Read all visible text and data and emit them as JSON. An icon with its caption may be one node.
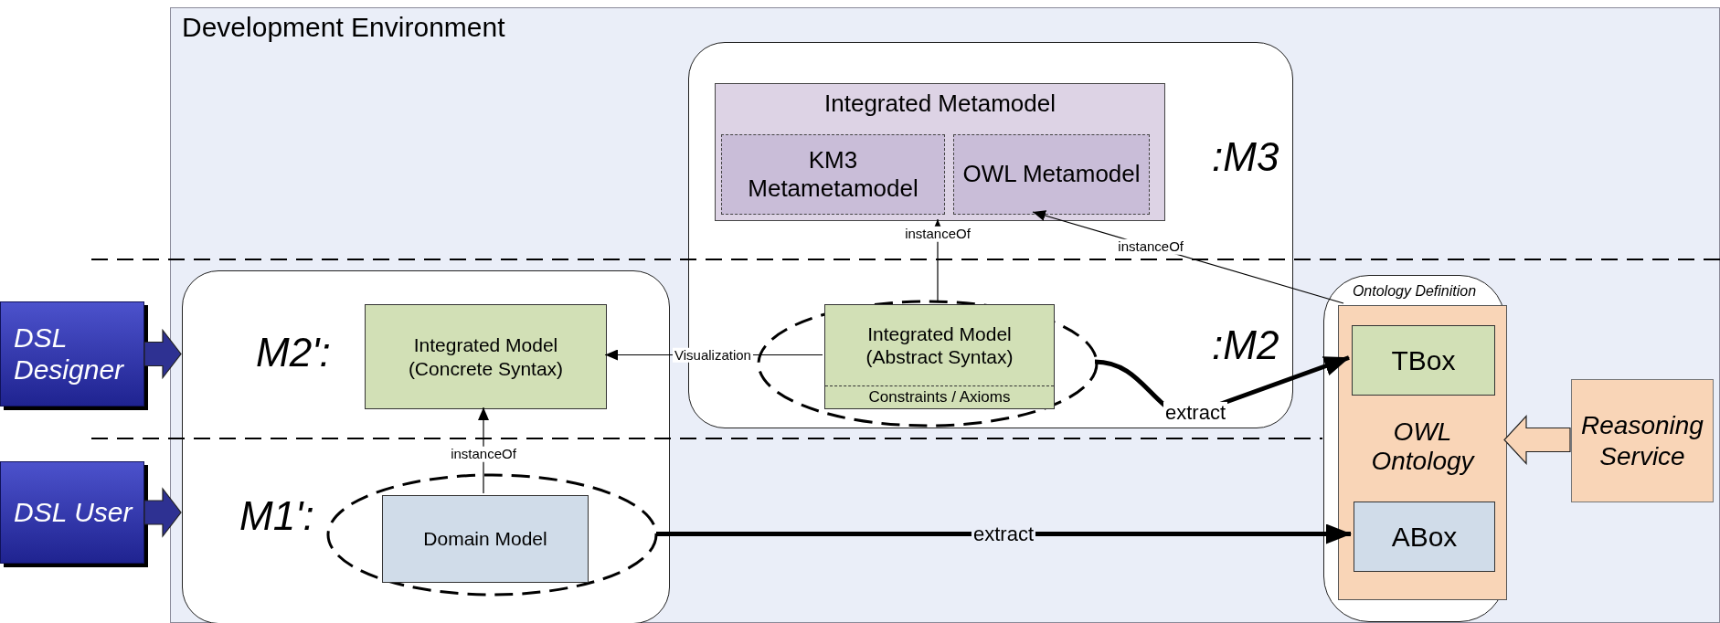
{
  "diagram": {
    "nodes": [
      {
        "text": [
          "Development Environment"
        ]
      },
      {
        "text": [
          ":M3",
          ":M2"
        ],
        "in": 0
      },
      {
        "text": [
          "Integrated Metamodel"
        ],
        "in": 1
      },
      {
        "text": [
          "KM3 Metametamodel"
        ],
        "in": 2
      },
      {
        "text": [
          "OWL Metamodel"
        ],
        "in": 2
      },
      {
        "text": [],
        "shape": "ellipse",
        "in": 1
      },
      {
        "text": [
          "Integrated Model (Abstract Syntax)",
          "Constraints / Axioms"
        ],
        "in": 5
      },
      {
        "text": [
          "M2':",
          "M1':"
        ],
        "in": 0
      },
      {
        "text": [
          "Integrated Model (Concrete Syntax)"
        ],
        "in": 7
      },
      {
        "text": [],
        "shape": "ellipse",
        "in": 7
      },
      {
        "text": [
          "Domain Model"
        ],
        "in": 9
      },
      {
        "text": [
          "Ontology Definition"
        ],
        "in": 0
      },
      {
        "text": [
          "OWL Ontology"
        ],
        "in": 11
      },
      {
        "text": [
          "TBox"
        ],
        "in": 12
      },
      {
        "text": [
          "ABox"
        ],
        "in": 12
      },
      {
        "text": [
          "Reasoning Service"
        ],
        "in": 0
      },
      {
        "text": [
          "DSL Designer"
        ]
      },
      {
        "text": [
          "DSL User"
        ]
      }
    ],
    "edges": [
      {
        "from": 10,
        "to": 8,
        "arrow": "to",
        "label": "instanceOf"
      },
      {
        "from": 6,
        "to": 8,
        "arrow": "to",
        "label": "Visualization"
      },
      {
        "from": 6,
        "to": 2,
        "arrow": "to",
        "label": "instanceOf"
      },
      {
        "from": 12,
        "to": 4,
        "arrow": "to",
        "label": "instanceOf"
      },
      {
        "from": 5,
        "to": 13,
        "arrow": "to",
        "label": "extract",
        "style": "thick"
      },
      {
        "from": 9,
        "to": 14,
        "arrow": "to",
        "label": "extract",
        "style": "thick"
      },
      {
        "from": 16,
        "to": 7,
        "arrow": "to",
        "style": "thick",
        "color": "#2e3192"
      },
      {
        "from": 17,
        "to": 7,
        "arrow": "to",
        "style": "thick",
        "color": "#2e3192"
      },
      {
        "from": 15,
        "to": 11,
        "arrow": "to",
        "style": "thick",
        "color": "#f9d5b7"
      }
    ]
  }
}
